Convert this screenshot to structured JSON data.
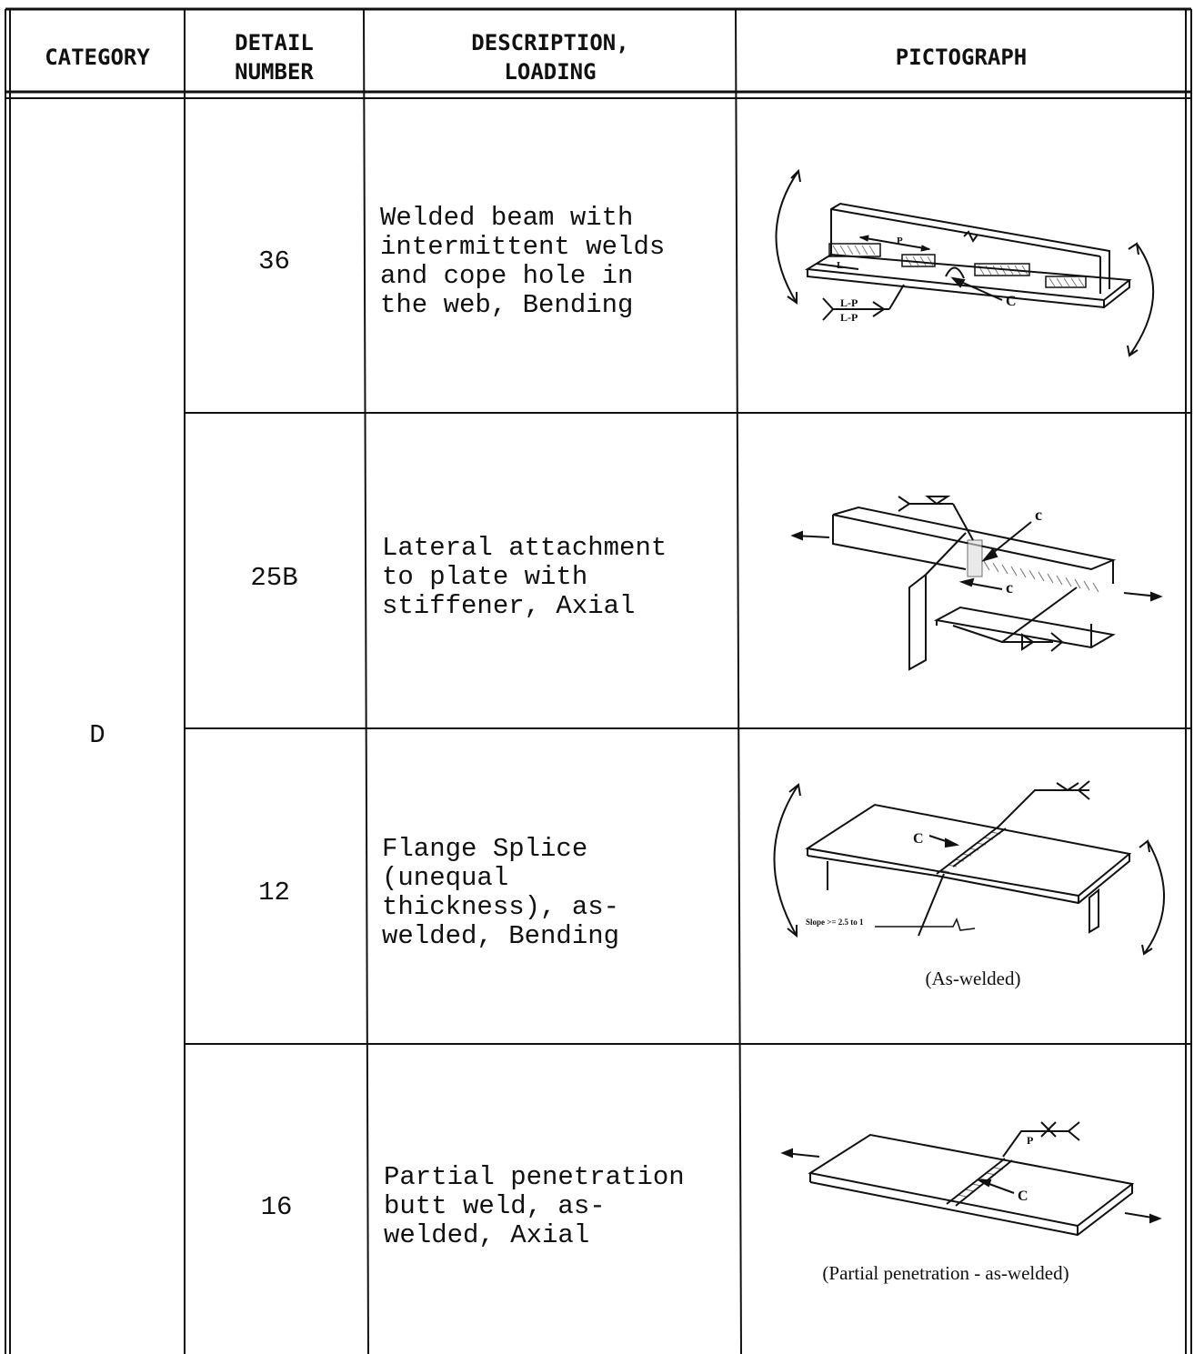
{
  "table": {
    "headers": {
      "category": "CATEGORY",
      "detail_line1": "DETAIL",
      "detail_line2": "NUMBER",
      "desc_line1": "DESCRIPTION,",
      "desc_line2": "LOADING",
      "pictograph": "PICTOGRAPH"
    },
    "category_value": "D",
    "rows": [
      {
        "detail": "36",
        "desc": [
          "Welded beam with",
          "intermittent welds",
          "and cope hole in",
          "the web, Bending"
        ],
        "labels": {
          "p": "P",
          "l": "L",
          "lp1": "L-P",
          "lp2": "L-P",
          "c": "C"
        }
      },
      {
        "detail": "25B",
        "desc": [
          "Lateral attachment",
          "to plate with",
          "stiffener, Axial"
        ],
        "labels": {
          "c1": "c",
          "c2": "c"
        }
      },
      {
        "detail": "12",
        "desc": [
          "Flange Splice",
          "(unequal",
          "thickness), as-",
          "welded, Bending"
        ],
        "labels": {
          "c": "C",
          "slope": "Slope >= 2.5 to 1"
        },
        "caption": "(As-welded)"
      },
      {
        "detail": "16",
        "desc": [
          "Partial penetration",
          "butt weld, as-",
          "welded, Axial"
        ],
        "labels": {
          "p": "P",
          "c": "C"
        },
        "caption": "(Partial penetration - as-welded)"
      }
    ]
  }
}
